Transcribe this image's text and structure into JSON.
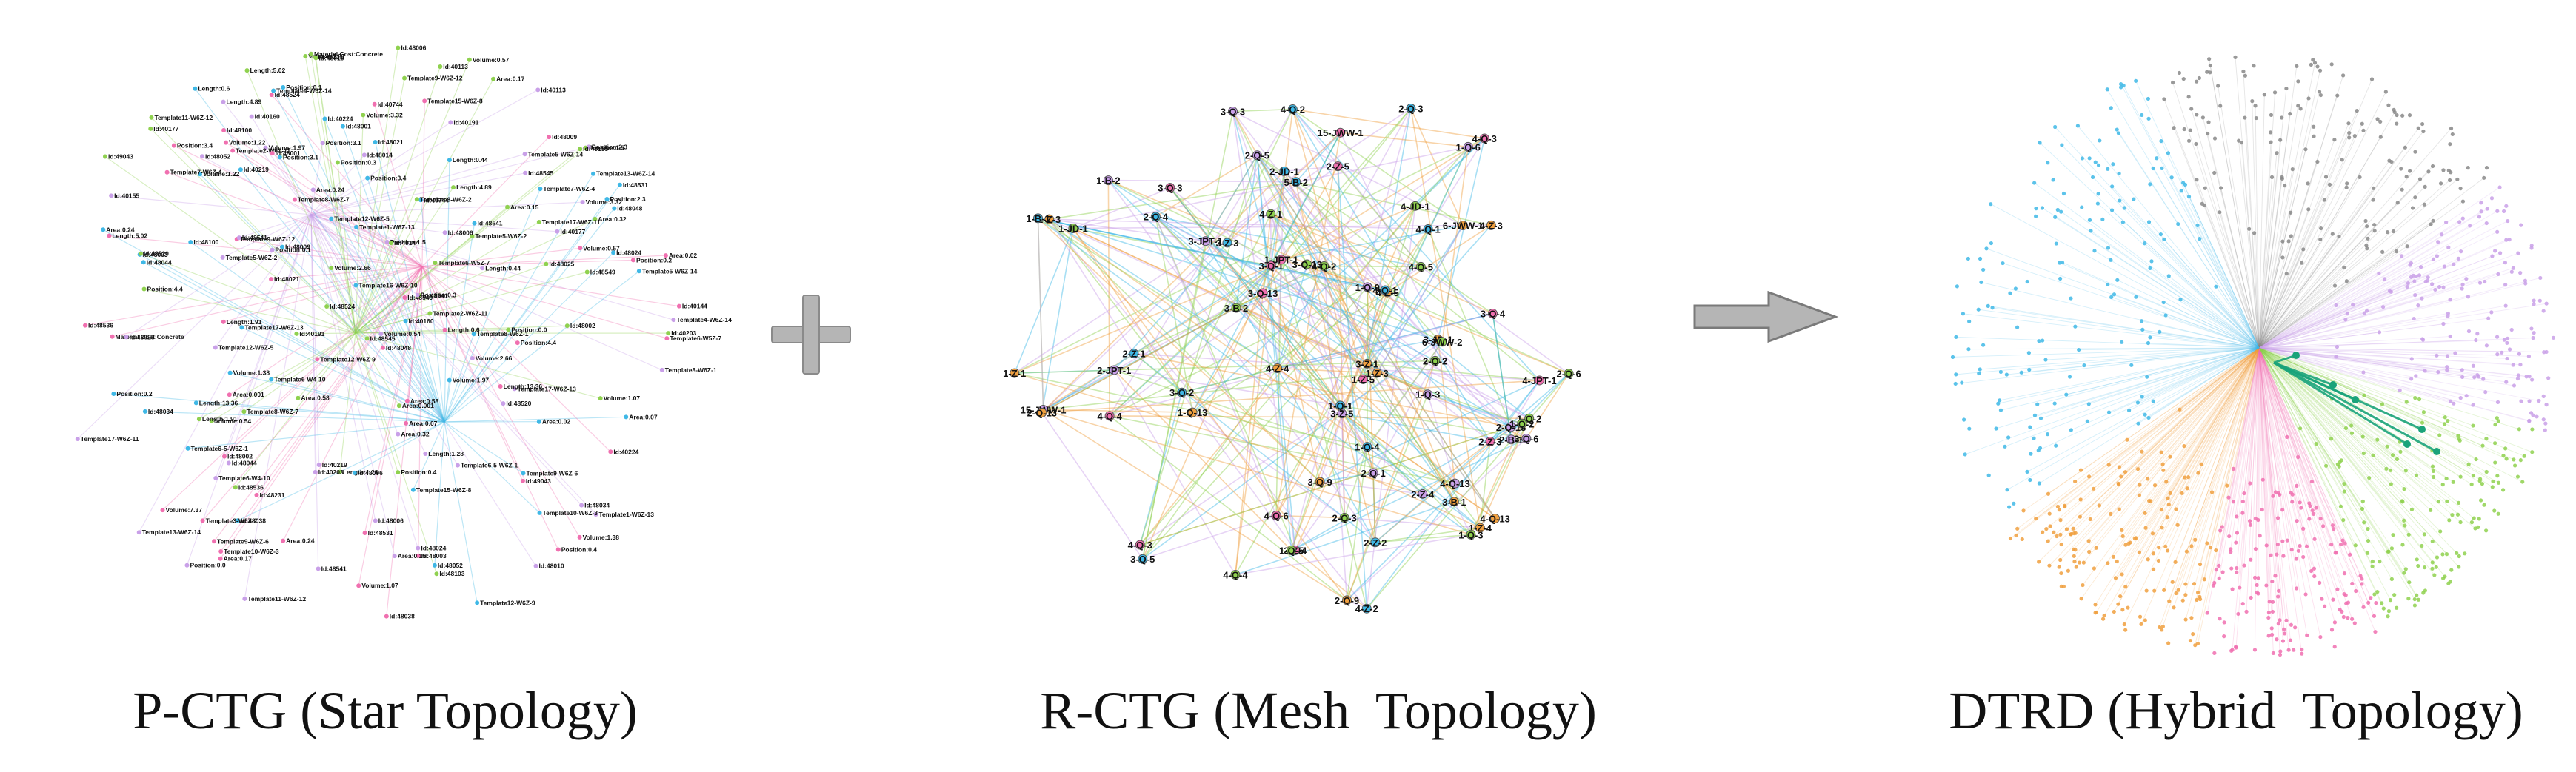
{
  "captions": {
    "left": "P-CTG (Star Topology)",
    "middle": "R-CTG (Mesh  Topology)",
    "right": "DTRD (Hybrid  Topology)"
  },
  "operators": {
    "plus": "plus-icon",
    "arrow": "right-arrow-icon"
  },
  "colors": {
    "green": "#8fd14f",
    "blue": "#3fb8e6",
    "orange": "#f0a040",
    "pink": "#f070b0",
    "purple": "#c9a0e8",
    "gray": "#888888",
    "teal": "#1aa37a",
    "operator_gray": "#b5b5b5"
  },
  "p_ctg": {
    "labels": [
      "Id:40203",
      "Id:40219",
      "Id:40224",
      "Area:0.17",
      "Volume:3.32",
      "Id:40160",
      "Id:40744",
      "Volume:7.37",
      "Volume:2.66",
      "Volume:1.97",
      "Id:48048",
      "Id:49043",
      "Area:0.32",
      "Id:48052",
      "Id:48531",
      "Id:48002",
      "Length:4.89",
      "Template6-5-W6Z-1",
      "Length:13.36",
      "Volume:0.57",
      "Id:48010",
      "Template17-W6Z-13",
      "Id:48003",
      "Area:0.001",
      "Id:48541",
      "Id:48044",
      "Length:0.6",
      "Length:1.91",
      "Volume:0.54",
      "Template6-W4-10",
      "Id:48038",
      "Template9-W6Z-12",
      "Template17-W6Z-11",
      "Template5-W6Z-14",
      "Volume:1.22",
      "Id:48536",
      "Id:48025",
      "Area:0.24",
      "Id:48100",
      "Id:48231",
      "Id:40113",
      "Id:48034",
      "Area:0.02",
      "Area:0.58",
      "Position:0.0",
      "Position:0.1",
      "Position:0.2",
      "Position:0.4",
      "Position:1.5",
      "Position:2.3",
      "Position:3.4",
      "Position:4.4",
      "Id:48545",
      "Id:48541",
      "Id:48001",
      "Template8-W6Z-7",
      "Template5-W6Z-2",
      "Template13-W6Z-14",
      "Template9-W6Z-6",
      "Template6-W5Z-7",
      "Template11-W6Z-12",
      "Template8-W6Z-1",
      "Template12-W6Z-9",
      "Length:5.02",
      "Length:1.28",
      "Id:48024",
      "Area:0.07",
      "Id:48524",
      "Id:40191",
      "Template1-W6Z-13",
      "Template10-W6Z-3",
      "Id:48549",
      "Id:40155",
      "Template4-W6Z-14",
      "Id:48021",
      "Volume:1.07",
      "Area:0.15",
      "Id:48006",
      "Template7-W6Z-4",
      "Template3-W6Z-2",
      "Position:0.3",
      "Position:3.1",
      "Template15-W6Z-8",
      "Id:40144",
      "Id:40177",
      "Length:0.44",
      "Id:48009",
      "Material Cost:Concrete",
      "Id:48006",
      "Template12-W6Z-5",
      "Volume:1.38",
      "Template2-W6Z-11",
      "Id:48520",
      "Id:48014",
      "Template16-W6Z-10",
      "Area:0.24",
      "Id:48103"
    ]
  },
  "r_ctg": {
    "nodes": [
      {
        "label": "4-Z-4"
      },
      {
        "label": "1-JD-1"
      },
      {
        "label": "2-JD-1"
      },
      {
        "label": "15-JWW-1"
      },
      {
        "label": "4-Q-6"
      },
      {
        "label": "3-JD-1"
      },
      {
        "label": "4-Q-5"
      },
      {
        "label": "4-Z-2"
      },
      {
        "label": "1-Q-3"
      },
      {
        "label": "4-Q-3"
      },
      {
        "label": "4-Z-5"
      },
      {
        "label": "4-Q-2"
      },
      {
        "label": "4-Q-2"
      },
      {
        "label": "3-JPT-1"
      },
      {
        "label": "4-Q-4"
      },
      {
        "label": "6-JWW-1"
      },
      {
        "label": "4-Q-4"
      },
      {
        "label": "4-Q-1"
      },
      {
        "label": "4-Q-13"
      },
      {
        "label": "4-Q-3"
      },
      {
        "label": "4-Z-3"
      },
      {
        "label": "4-Z-1"
      },
      {
        "label": "3-Q-5"
      },
      {
        "label": "3-Q-6"
      },
      {
        "label": "3-Z-4"
      },
      {
        "label": "4-Q-13"
      },
      {
        "label": "4-JD-1"
      },
      {
        "label": "4-Q-1"
      },
      {
        "label": "2-Q-13"
      },
      {
        "label": "3-Q-4"
      },
      {
        "label": "1-Z-4"
      },
      {
        "label": "2-Q-3"
      },
      {
        "label": "2-Z-2"
      },
      {
        "label": "2-JPT-1"
      },
      {
        "label": "3-Q-1"
      },
      {
        "label": "3-Q-9"
      },
      {
        "label": "3-Q-13"
      },
      {
        "label": "5-B-2"
      },
      {
        "label": "2-Z-4"
      },
      {
        "label": "3-Q-3"
      },
      {
        "label": "3-Z-1"
      },
      {
        "label": "2-Q-6"
      },
      {
        "label": "3-Q-2"
      },
      {
        "label": "3-Z-5"
      },
      {
        "label": "15-JWW-1"
      },
      {
        "label": "1-Q-13"
      },
      {
        "label": "1-Q-2"
      },
      {
        "label": "3-Z-3"
      },
      {
        "label": "3-Q-3"
      },
      {
        "label": "1-JPT-1"
      },
      {
        "label": "2-Q-13"
      },
      {
        "label": "3-B-2"
      },
      {
        "label": "2-Q-4"
      },
      {
        "label": "2-Q-5"
      },
      {
        "label": "1-Z-5"
      },
      {
        "label": "3-B-1"
      },
      {
        "label": "1-Q-5"
      },
      {
        "label": "2-Q-3"
      },
      {
        "label": "2-Q-1"
      },
      {
        "label": "4-JPT-1"
      },
      {
        "label": "2-Z-3"
      },
      {
        "label": "2-Q-2"
      },
      {
        "label": "2-Z-1"
      },
      {
        "label": "1-Q-6"
      },
      {
        "label": "2-Z-3"
      },
      {
        "label": "2-Q-9"
      },
      {
        "label": "6-JWW-2"
      },
      {
        "label": "1-Q-4"
      },
      {
        "label": "2-B-1"
      },
      {
        "label": "2-Z-5"
      },
      {
        "label": "1-Z-3"
      },
      {
        "label": "1-Q-2"
      },
      {
        "label": "1-Q-1"
      },
      {
        "label": "1-B-2"
      },
      {
        "label": "3-Q-13"
      },
      {
        "label": "1-Z-1"
      },
      {
        "label": "1-Q-3"
      },
      {
        "label": "1-B-1"
      },
      {
        "label": "1-Q-9"
      }
    ]
  }
}
